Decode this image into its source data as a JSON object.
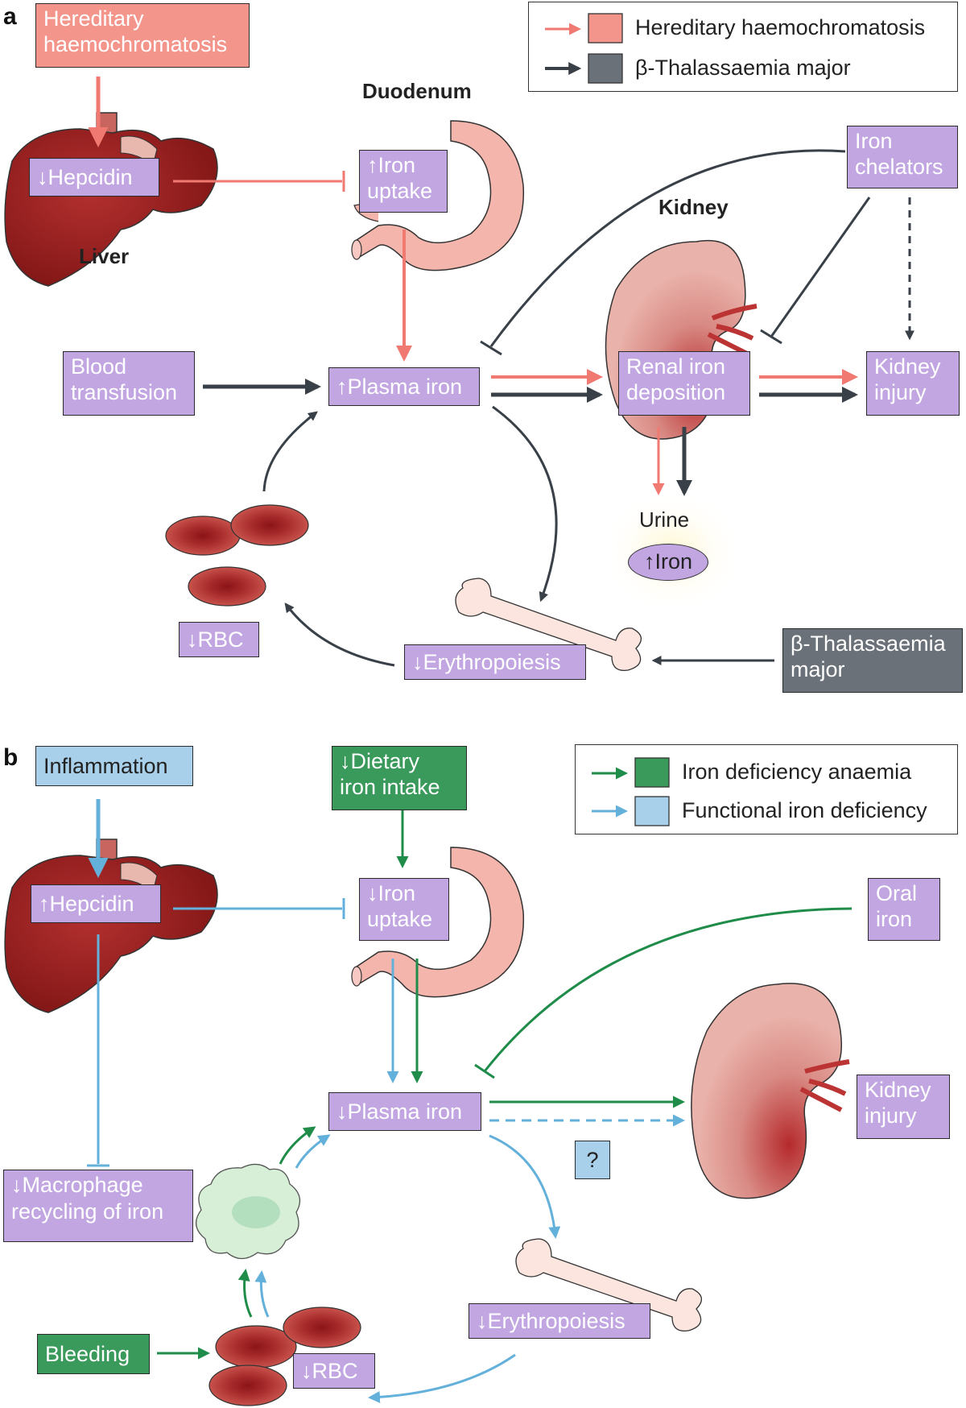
{
  "panel_a": {
    "letter": "a",
    "hereditary_haemochromatosis": "Hereditary\nhaemochromatosis",
    "hepcidin": "↓Hepcidin",
    "liver": "Liver",
    "duodenum": "Duodenum",
    "iron_uptake": "↑Iron\nuptake",
    "kidney": "Kidney",
    "iron_chelators": "Iron\nchelators",
    "blood_transfusion": "Blood\ntransfusion",
    "plasma_iron": "↑Plasma iron",
    "renal_iron_deposition": "Renal iron\ndeposition",
    "kidney_injury": "Kidney\ninjury",
    "urine": "Urine",
    "urine_iron": "↑Iron",
    "rbc": "↓RBC",
    "erythropoiesis": "↓Erythropoiesis",
    "beta_thalassaemia": "β-Thalassaemia\nmajor",
    "legend": [
      {
        "label": "Hereditary haemochromatosis",
        "color": "#f4958c",
        "arrow_color": "#f07a72"
      },
      {
        "label": "β-Thalassaemia major",
        "color": "#6b7178",
        "arrow_color": "#394048"
      }
    ]
  },
  "panel_b": {
    "letter": "b",
    "inflammation": "Inflammation",
    "dietary_iron": "↓Dietary\niron intake",
    "hepcidin": "↑Hepcidin",
    "iron_uptake": "↓Iron\nuptake",
    "oral_iron": "Oral\niron",
    "plasma_iron": "↓Plasma iron",
    "kidney_injury": "Kidney\ninjury",
    "question": "?",
    "macrophage": "↓Macrophage\nrecycling of iron",
    "erythropoiesis": "↓Erythropoiesis",
    "bleeding": "Bleeding",
    "rbc": "↓RBC",
    "legend": [
      {
        "label": "Iron deficiency anaemia",
        "color": "#3a9a5b",
        "arrow_color": "#1f8c4a"
      },
      {
        "label": "Functional iron deficiency",
        "color": "#a8d0ea",
        "arrow_color": "#63b1db"
      }
    ]
  }
}
